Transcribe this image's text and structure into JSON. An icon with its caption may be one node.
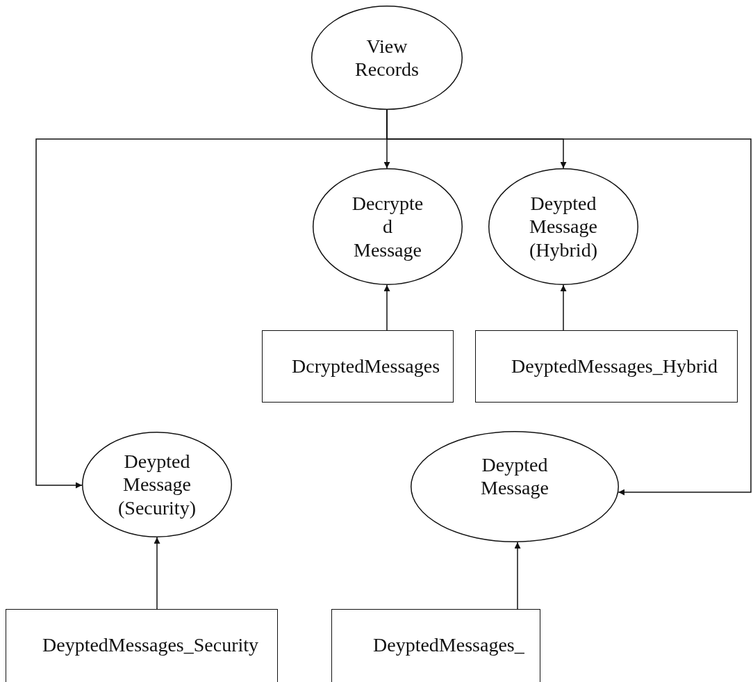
{
  "diagram": {
    "nodes": [
      {
        "text": [
          "View Records"
        ]
      },
      {
        "text": [
          "Decrypte d Message"
        ]
      },
      {
        "text": [
          "Deypted Message (Hybrid)"
        ]
      },
      {
        "text": [
          "DcryptedMessages"
        ]
      },
      {
        "text": [
          "DeyptedMessages_Hybrid"
        ]
      },
      {
        "text": [
          "Deypted Message (Security)"
        ]
      },
      {
        "text": [
          "Deypted Message"
        ]
      },
      {
        "text": [
          "DeyptedMessages_Security"
        ]
      },
      {
        "text": [
          "DeyptedMessages_"
        ]
      }
    ],
    "edges": [
      {
        "from": 0,
        "to": 1,
        "arrow": "to"
      },
      {
        "from": 0,
        "to": 2,
        "arrow": "to"
      },
      {
        "from": 0,
        "to": 5,
        "arrow": "to"
      },
      {
        "from": 0,
        "to": 6,
        "arrow": "to"
      },
      {
        "from": 3,
        "to": 1,
        "arrow": "to"
      },
      {
        "from": 4,
        "to": 2,
        "arrow": "to"
      },
      {
        "from": 7,
        "to": 5,
        "arrow": "to"
      },
      {
        "from": 8,
        "to": 6,
        "arrow": "to"
      }
    ]
  }
}
